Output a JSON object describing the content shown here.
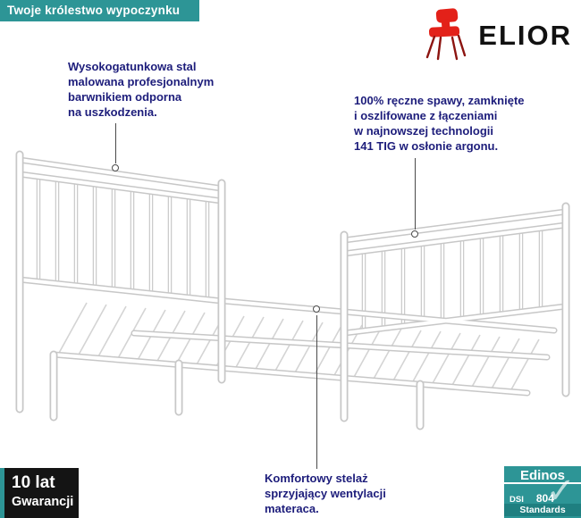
{
  "colors": {
    "teal": "#2D9596",
    "navy": "#1D1D7B",
    "red": "#E32119",
    "badge_black": "#141414",
    "line_gray": "#C7C7C7"
  },
  "banner": {
    "text": "Twoje królestwo wypoczynku"
  },
  "logo": {
    "brand": "ELIOR",
    "icon": "red-chair-icon"
  },
  "annotations": {
    "steel": {
      "lines": [
        "Wysokogatunkowa stal",
        "malowana profesjonalnym",
        "barwnikiem odporna",
        "na uszkodzenia."
      ]
    },
    "welds": {
      "lines": [
        "100% ręczne spawy, zamknięte",
        "i oszlifowane z łączeniami",
        "w najnowszej technologii",
        "141 TIG w osłonie argonu."
      ]
    },
    "slats": {
      "lines": [
        "Komfortowy stelaż",
        "sprzyjający wentylacji",
        "materaca."
      ]
    }
  },
  "warranty_badge": {
    "line1": "10 lat",
    "line2": "Gwarancji"
  },
  "cert_badge": {
    "brand": "Edinos",
    "org": "DSI",
    "number": "804",
    "label": "Standards",
    "icon": "checkmark-icon",
    "check_glyph": "✓"
  },
  "illustration": {
    "subject": "white metal bed frame with headboard, footboard and ventilation slats"
  }
}
